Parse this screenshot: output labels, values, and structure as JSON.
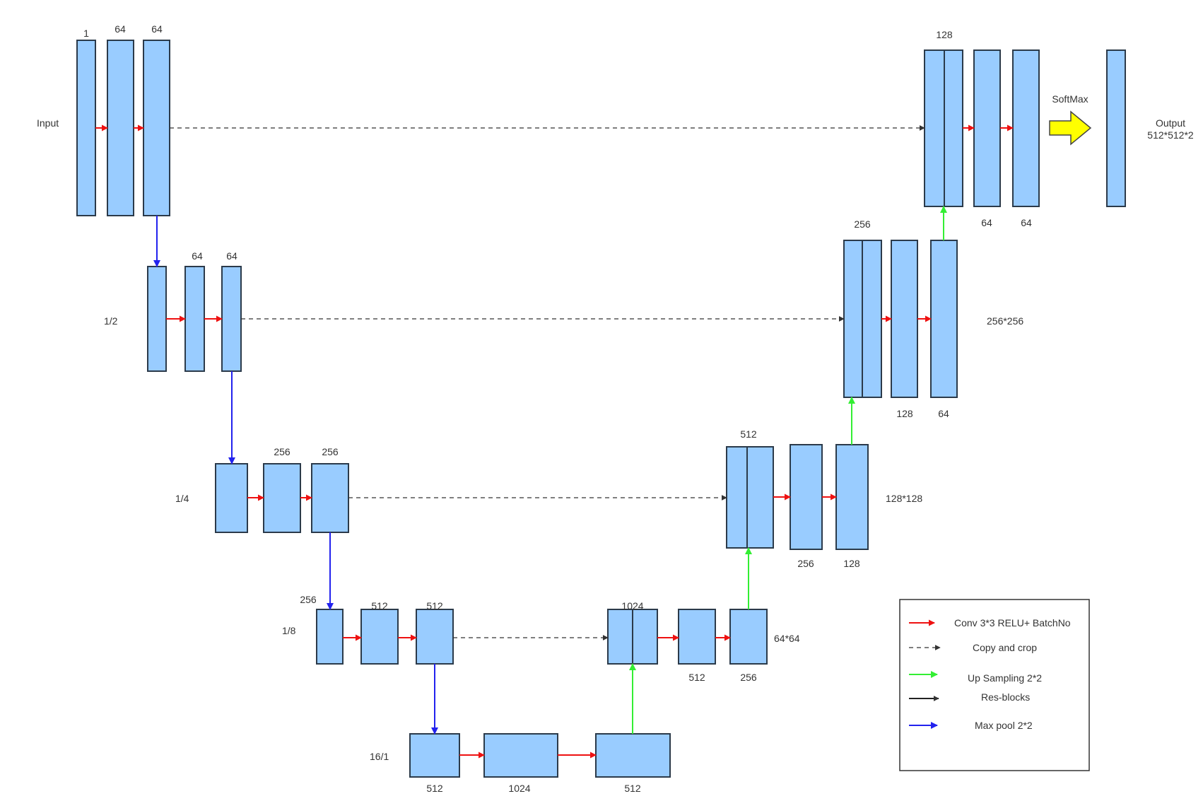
{
  "labels": {
    "input": "Input",
    "output_line1": "Output",
    "output_line2": "512*512*2",
    "softmax": "SoftMax",
    "level1": "1/2",
    "level2": "1/4",
    "level3": "1/8",
    "level4": "16/1",
    "res_256": "256*256",
    "res_128": "128*128",
    "res_64": "64*64"
  },
  "channels": {
    "e0_a": "1",
    "e0_b": "64",
    "e0_c": "64",
    "e1_b": "64",
    "e1_c": "64",
    "e2_b": "256",
    "e2_c": "256",
    "e3_a": "256",
    "e3_b": "512",
    "e3_c": "512",
    "b_a": "512",
    "b_b": "1024",
    "b_c": "512",
    "d3_concat": "1024",
    "d3_b": "512",
    "d3_c": "256",
    "d2_concat": "512",
    "d2_b": "256",
    "d2_c": "128",
    "d1_concat": "256",
    "d1_b": "128",
    "d1_c": "64",
    "d0_concat": "128",
    "d0_b": "64",
    "d0_c": "64"
  },
  "legend": {
    "conv": "Conv 3*3 RELU+ BatchNo",
    "copy": "Copy and crop",
    "up": "Up Sampling 2*2",
    "res": "Res-blocks",
    "pool": "Max pool 2*2"
  },
  "colors": {
    "block_fill": "#99ccff",
    "conv_arrow": "#ee1111",
    "copy_arrow": "#333333",
    "up_arrow": "#33ee33",
    "res_arrow": "#222222",
    "pool_arrow": "#2222ee",
    "softmax_arrow": "#ffff00"
  }
}
